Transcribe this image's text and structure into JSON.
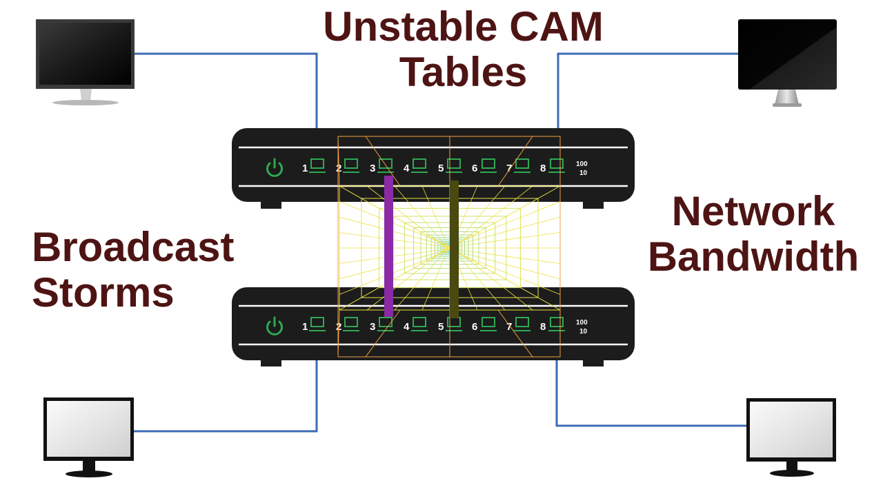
{
  "headings": {
    "top": [
      "Unstable CAM",
      "Tables"
    ],
    "left": [
      "Broadcast",
      "Storms"
    ],
    "right": [
      "Network",
      "Bandwidth"
    ]
  },
  "switches": {
    "port_numbers": [
      "1",
      "2",
      "3",
      "4",
      "5",
      "6",
      "7",
      "8"
    ],
    "speed_labels": [
      "100",
      "10"
    ]
  },
  "colors": {
    "heading": "#4e1414",
    "cable": "#3d6ab5",
    "switch_body": "#1c1c1c",
    "led_green": "#2eaa52",
    "loop_purple": "#8a2aa6",
    "loop_olive": "#4a4a10"
  },
  "icons": {
    "power": "power-icon",
    "port": "ethernet-port-icon",
    "computer": "monitor-icon"
  }
}
